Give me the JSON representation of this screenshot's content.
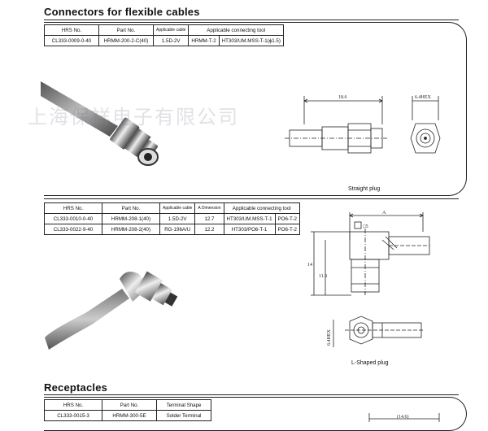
{
  "section1": {
    "title": "Connectors for flexible cables",
    "table": {
      "headers": [
        "HRS No.",
        "Part No.",
        "Applicable cable",
        "Applicable connecting tool"
      ],
      "rows": [
        [
          "CL333-0009-0-40",
          "HRMM-200-2-C(40)",
          "1.5D-2V",
          "HRMM-T-2",
          "HT303/UM.MSS-T-1(ϕ1.5)"
        ]
      ]
    },
    "drawing_dims": {
      "length": "18.6",
      "hex": "6.4HEX"
    },
    "caption": "Straight plug"
  },
  "watermark": "上海保祥电子有限公司",
  "section2": {
    "table": {
      "headers": [
        "HRS No.",
        "Part No.",
        "Applicable cable",
        "A Dimension",
        "Applicable connecting tool"
      ],
      "rows": [
        [
          "CL333-0010-0-40",
          "HRMM-208-1(40)",
          "1.5D-2V",
          "12.7",
          "HT303/UM.MSS-T-1",
          "PO6-T-2"
        ],
        [
          "CL333-0022-9-40",
          "HRMM-208-2(40)",
          "RG-196A/U",
          "12.2",
          "HT303/PO6-T-1",
          "PO6-T-2"
        ]
      ]
    },
    "drawing_dims": {
      "a": "A",
      "square": "□5",
      "h1": "14",
      "h2": "11.3",
      "hex": "6.4HEX"
    },
    "caption": "L-Shaped plug"
  },
  "section3": {
    "title": "Receptacles",
    "table": {
      "headers": [
        "HRS No.",
        "Part No.",
        "Terminal Shape"
      ],
      "rows": [
        [
          "CL333-0015-3",
          "HRMM-300-5E",
          "Solder Terminal"
        ]
      ]
    },
    "drawing_dims": {
      "length": "(14.6)"
    }
  }
}
